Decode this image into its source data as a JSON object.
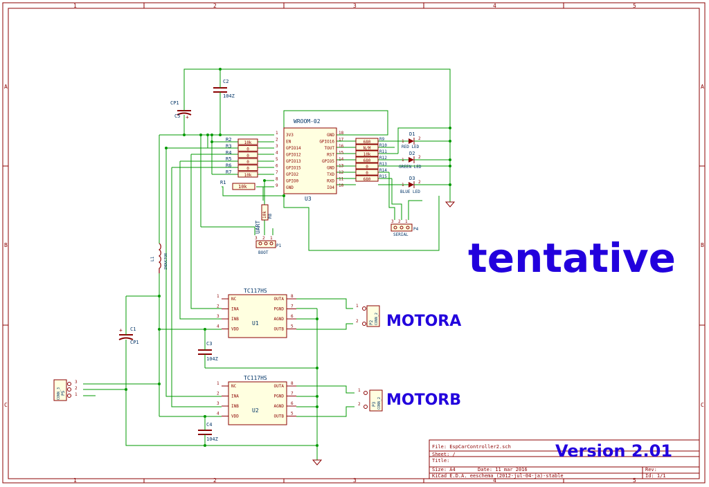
{
  "colors": {
    "wire": "#009900",
    "part": "#8b0000",
    "pin": "#8b0000",
    "text_part": "#003366",
    "frame": "#8b0000",
    "power": "#8b0000",
    "annot": "#2200dd",
    "title": "#2200dd"
  },
  "frame": {
    "columns": [
      "1",
      "2",
      "3",
      "4",
      "5"
    ],
    "rows": [
      "A",
      "B",
      "C"
    ]
  },
  "annotations": {
    "tentative": "tentative",
    "motora": "MOTORA",
    "motorb": "MOTORB",
    "version": "Version 2.01"
  },
  "titleblock": {
    "file": "File: EspCarController2.sch",
    "sheet": "Sheet: /",
    "title": "Title:",
    "size": "Size: A4",
    "date": "Date: 11 mar 2016",
    "rev": "Rev:",
    "tool": "KiCad E.D.A.  eeschema (2012-jul-04-ja)-stable",
    "id": "Id: 1/1"
  },
  "u3": {
    "name": "WROOM-02",
    "ref": "U3",
    "left_pins": [
      {
        "num": "1",
        "name": "3V3"
      },
      {
        "num": "2",
        "name": "EN"
      },
      {
        "num": "3",
        "name": "GPIO14"
      },
      {
        "num": "4",
        "name": "GPIO12"
      },
      {
        "num": "5",
        "name": "GPIO13"
      },
      {
        "num": "6",
        "name": "GPIO15"
      },
      {
        "num": "7",
        "name": "GPIO2"
      },
      {
        "num": "8",
        "name": "GPIO0"
      },
      {
        "num": "9",
        "name": "GND"
      }
    ],
    "right_pins": [
      {
        "num": "18",
        "name": "GND"
      },
      {
        "num": "17",
        "name": "GPIO16"
      },
      {
        "num": "16",
        "name": "TOUT"
      },
      {
        "num": "15",
        "name": "RST"
      },
      {
        "num": "14",
        "name": "GPIO5"
      },
      {
        "num": "13",
        "name": "GND"
      },
      {
        "num": "12",
        "name": "TXD"
      },
      {
        "num": "11",
        "name": "RXD"
      },
      {
        "num": "10",
        "name": "IO4"
      }
    ]
  },
  "left_resistors": [
    {
      "ref": "R2",
      "value": "10k"
    },
    {
      "ref": "R3",
      "value": "0"
    },
    {
      "ref": "R4",
      "value": "0"
    },
    {
      "ref": "R5",
      "value": "0"
    },
    {
      "ref": "R6",
      "value": "0"
    },
    {
      "ref": "R7",
      "value": "10k"
    }
  ],
  "right_resistors": [
    {
      "ref": "R9",
      "value": "680"
    },
    {
      "ref": "R10",
      "value": "N/M"
    },
    {
      "ref": "R11",
      "value": "10k"
    },
    {
      "ref": "R12",
      "value": "680"
    },
    {
      "ref": "R13",
      "value": "0"
    },
    {
      "ref": "R14",
      "value": "0"
    },
    {
      "ref": "R15",
      "value": "680"
    }
  ],
  "r1": {
    "ref": "R1",
    "value": "10k"
  },
  "r8": {
    "ref": "R8",
    "value": "10k"
  },
  "leds": [
    {
      "ref": "D1",
      "label": "RED LED"
    },
    {
      "ref": "D2",
      "label": "GREEN LED"
    },
    {
      "ref": "D3",
      "label": "BLUE LED"
    }
  ],
  "caps": {
    "c2": {
      "ref": "C2",
      "value": "104Z"
    },
    "cp1_top": {
      "ref": "CP1",
      "value": "C5"
    },
    "c1": {
      "ref": "C1",
      "value": "CP1"
    },
    "c3": {
      "ref": "C3",
      "value": "104Z"
    },
    "c4": {
      "ref": "C4",
      "value": "104Z"
    }
  },
  "inductor": {
    "ref": "L1",
    "value": "INDUCTOR"
  },
  "drivers": [
    {
      "name": "TC117HS",
      "ref": "U1",
      "left": [
        {
          "num": "1",
          "name": "NC"
        },
        {
          "num": "2",
          "name": "INA"
        },
        {
          "num": "3",
          "name": "INB"
        },
        {
          "num": "4",
          "name": "VDD"
        }
      ],
      "right": [
        {
          "num": "8",
          "name": "OUTA"
        },
        {
          "num": "7",
          "name": "PGND"
        },
        {
          "num": "6",
          "name": "AGND"
        },
        {
          "num": "5",
          "name": "OUTB"
        }
      ]
    },
    {
      "name": "TC117HS",
      "ref": "U2",
      "left": [
        {
          "num": "1",
          "name": "NC"
        },
        {
          "num": "2",
          "name": "INA"
        },
        {
          "num": "3",
          "name": "INB"
        },
        {
          "num": "4",
          "name": "VDD"
        }
      ],
      "right": [
        {
          "num": "8",
          "name": "OUTA"
        },
        {
          "num": "7",
          "name": "PGND"
        },
        {
          "num": "6",
          "name": "AGND"
        },
        {
          "num": "5",
          "name": "OUTB"
        }
      ]
    }
  ],
  "connectors": {
    "uart": {
      "label": "UART",
      "ref": "P1",
      "sub": "BOOT",
      "pins": [
        "3",
        "2",
        "1"
      ]
    },
    "serial": {
      "ref": "P4",
      "sub": "SERIAL",
      "pins": [
        "3",
        "2",
        "1"
      ]
    },
    "p2": {
      "ref": "P2",
      "value": "CONN_2",
      "pins": [
        "1",
        "2"
      ]
    },
    "p3": {
      "ref": "P3",
      "value": "CONN_2",
      "pins": [
        "1",
        "2"
      ]
    },
    "p5": {
      "ref": "P5",
      "value": "CONN_3",
      "pins": [
        "3",
        "2",
        "1"
      ]
    }
  }
}
